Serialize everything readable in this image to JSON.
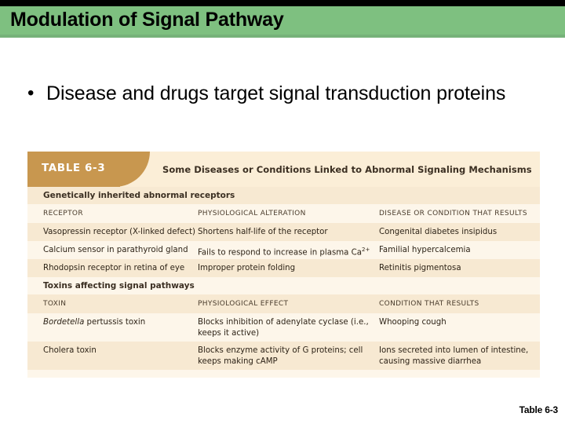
{
  "slide": {
    "title": "Modulation of Signal Pathway",
    "bullets": [
      {
        "marker": "•",
        "text": "Disease and drugs target signal transduction proteins"
      }
    ],
    "caption": "Table 6-3"
  },
  "table_figure": {
    "tab_label": "TABLE 6-3",
    "title": "Some Diseases or Conditions Linked to Abnormal Signaling Mechanisms",
    "sections": [
      {
        "heading": "Genetically inherited abnormal receptors",
        "columns": [
          "RECEPTOR",
          "PHYSIOLOGICAL ALTERATION",
          "DISEASE OR CONDITION THAT RESULTS"
        ],
        "rows": [
          {
            "c1": "Vasopressin receptor (X-linked defect)",
            "c2": "Shortens half-life of the receptor",
            "c3": "Congenital diabetes insipidus"
          },
          {
            "c1": "Calcium sensor in parathyroid gland",
            "c2": "Fails to respond to increase in plasma Ca2+",
            "c3": "Familial hypercalcemia"
          },
          {
            "c1": "Rhodopsin receptor in retina of eye",
            "c2": "Improper protein folding",
            "c3": "Retinitis pigmentosa"
          }
        ]
      },
      {
        "heading": "Toxins affecting signal pathways",
        "columns": [
          "TOXIN",
          "PHYSIOLOGICAL EFFECT",
          "CONDITION THAT RESULTS"
        ],
        "rows": [
          {
            "c1_italic": "Bordetella",
            "c1_rest": " pertussis toxin",
            "c2": "Blocks inhibition of adenylate cyclase (i.e., keeps it active)",
            "c3": "Whooping cough"
          },
          {
            "c1": "Cholera toxin",
            "c2": "Blocks enzyme activity of G proteins; cell keeps making cAMP",
            "c3": "Ions secreted into lumen of intestine, causing massive diarrhea"
          }
        ]
      }
    ]
  },
  "colors": {
    "title_band_green": "#7ec080",
    "tab_brown": "#c8974f",
    "row_shade": "#f7e9d2",
    "row_plain": "#fdf6ea"
  }
}
